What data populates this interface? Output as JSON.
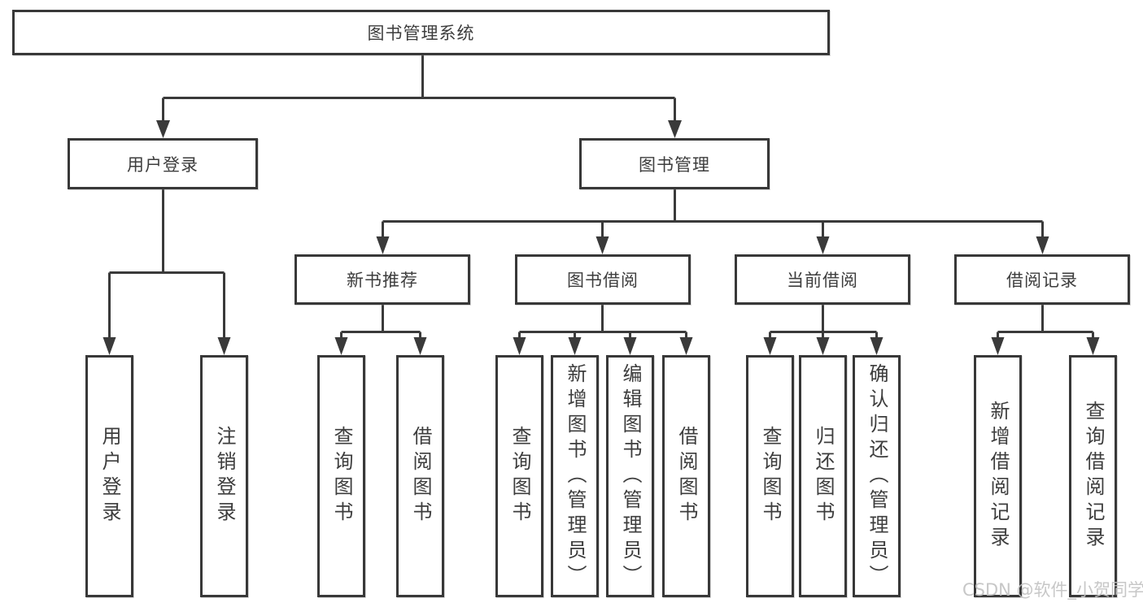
{
  "root": {
    "label": "图书管理系统"
  },
  "branches": {
    "user_login": {
      "label": "用户登录",
      "leaves": [
        "用户登录",
        "注销登录"
      ]
    },
    "book_mgmt": {
      "label": "图书管理",
      "children": {
        "new_books": {
          "label": "新书推荐",
          "leaves": [
            "查询图书",
            "借阅图书"
          ]
        },
        "book_borrow": {
          "label": "图书借阅",
          "leaves": [
            "查询图书",
            "新增图书（管理员）",
            "编辑图书（管理员）",
            "借阅图书"
          ]
        },
        "current_borrow": {
          "label": "当前借阅",
          "leaves": [
            "查询图书",
            "归还图书",
            "确认归还（管理员）"
          ]
        },
        "borrow_records": {
          "label": "借阅记录",
          "leaves": [
            "新增借阅记录",
            "查询借阅记录"
          ]
        }
      }
    }
  },
  "watermark": "CSDN @软件_小贺同学",
  "colors": {
    "line": "#3a3a3a",
    "text": "#3d3d3d",
    "box_background": "#ffffff",
    "watermark": "#c2c2c2"
  }
}
